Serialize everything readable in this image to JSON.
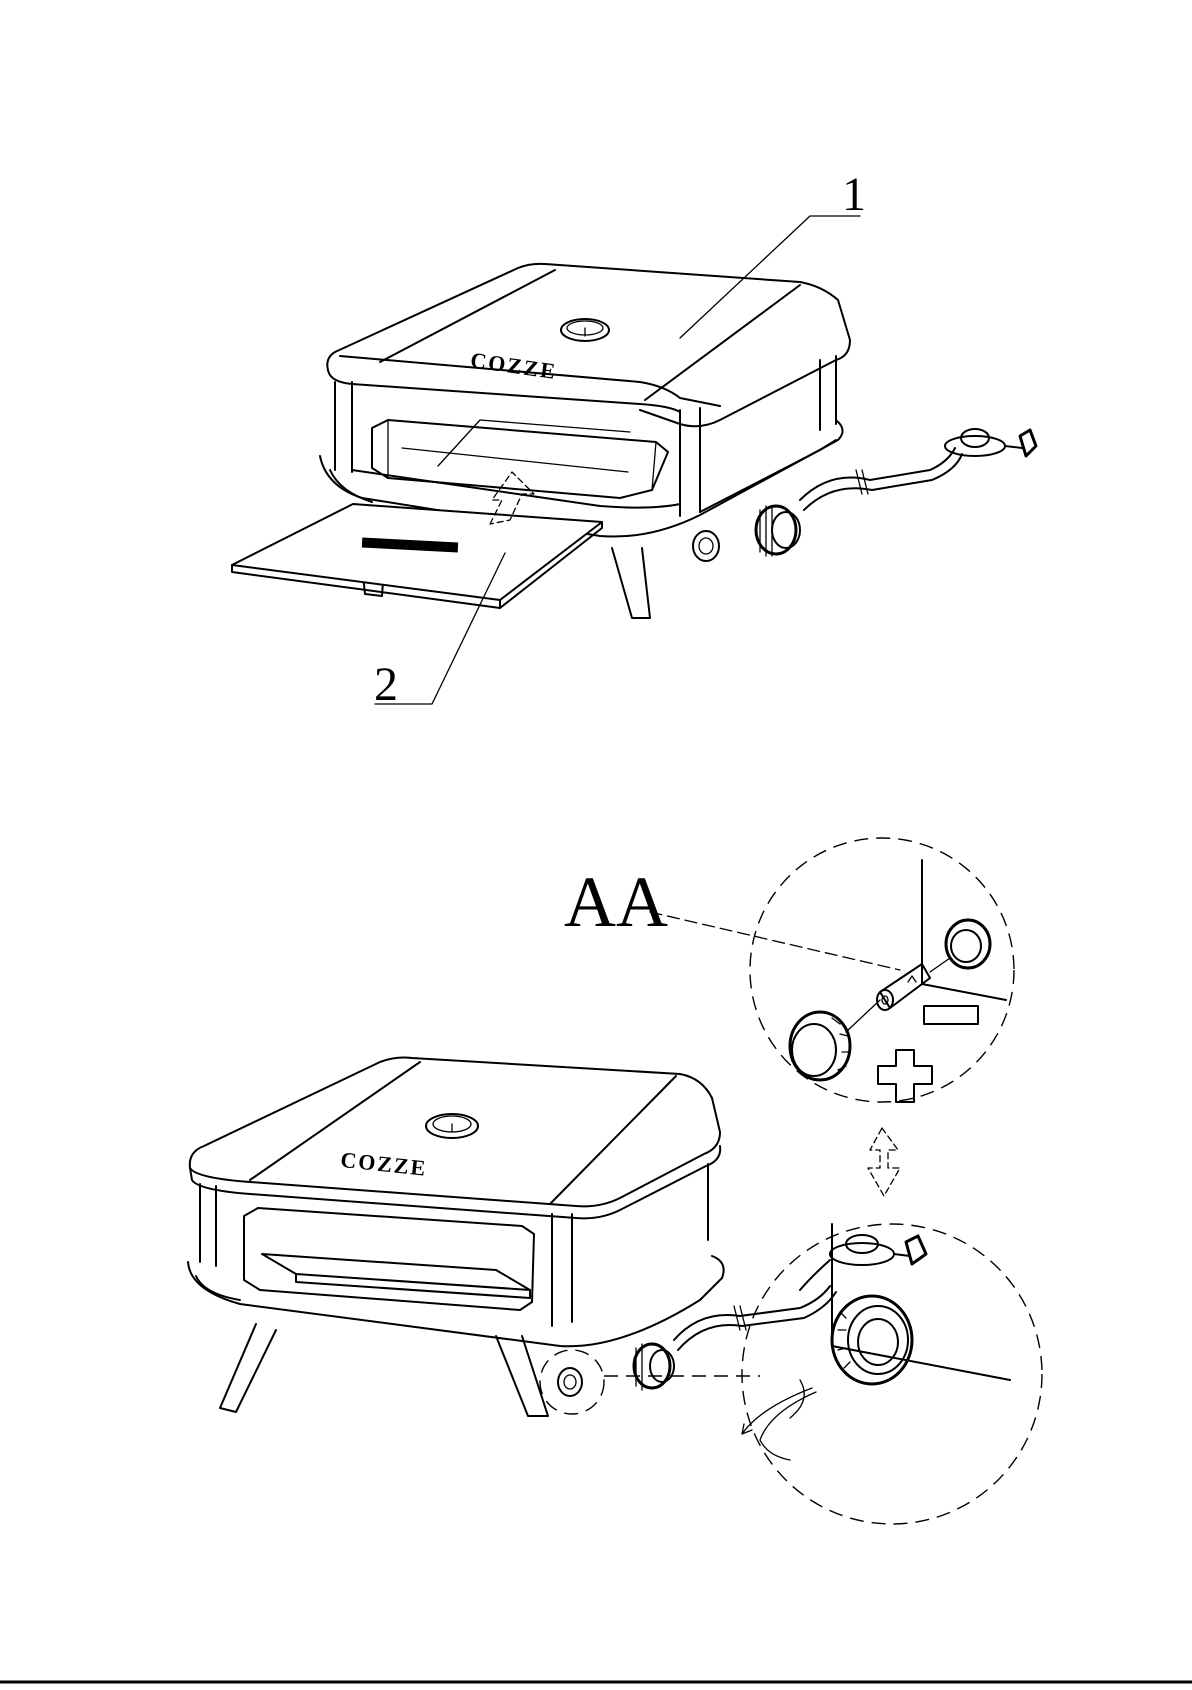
{
  "callouts": {
    "part1": "1",
    "part2": "2",
    "battery": "AA"
  },
  "brand_logo": "COZZE",
  "polarity": {
    "negative": "−",
    "positive": "+"
  },
  "icons": {
    "oven": "pizza-oven-icon",
    "stone": "pizza-stone-icon",
    "regulator": "gas-regulator-icon",
    "battery": "aa-battery-icon",
    "rotate": "rotate-arrow-icon"
  }
}
